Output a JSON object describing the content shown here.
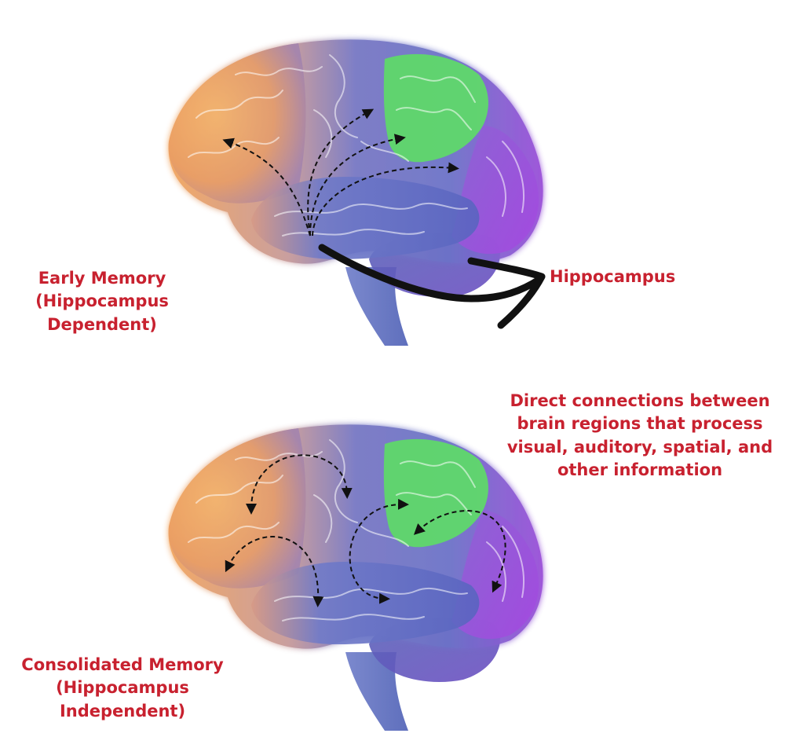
{
  "labels": {
    "early_memory": [
      "Early Memory",
      "(Hippocampus",
      "Dependent)"
    ],
    "hippocampus": "Hippocampus",
    "direct_connections": [
      "Direct connections between",
      "brain regions that process",
      "visual, auditory, spatial, and",
      "other information"
    ],
    "consolidated_memory": [
      "Consolidated Memory",
      "(Hippocampus",
      "Independent)"
    ]
  },
  "colors": {
    "label_red": "#c8212f",
    "frontal_orange": "#f4a65a",
    "parietal_blue": "#6b6fc4",
    "region_green": "#5fd86a",
    "occipital_purple": "#9b4fd9",
    "temporal_blue": "#5b6fc7",
    "arrow_black": "#111111"
  },
  "icons": {
    "hippocampus_arrow": "curved-arrow-icon",
    "connection_arrows": "dashed-double-arrow-icon"
  }
}
